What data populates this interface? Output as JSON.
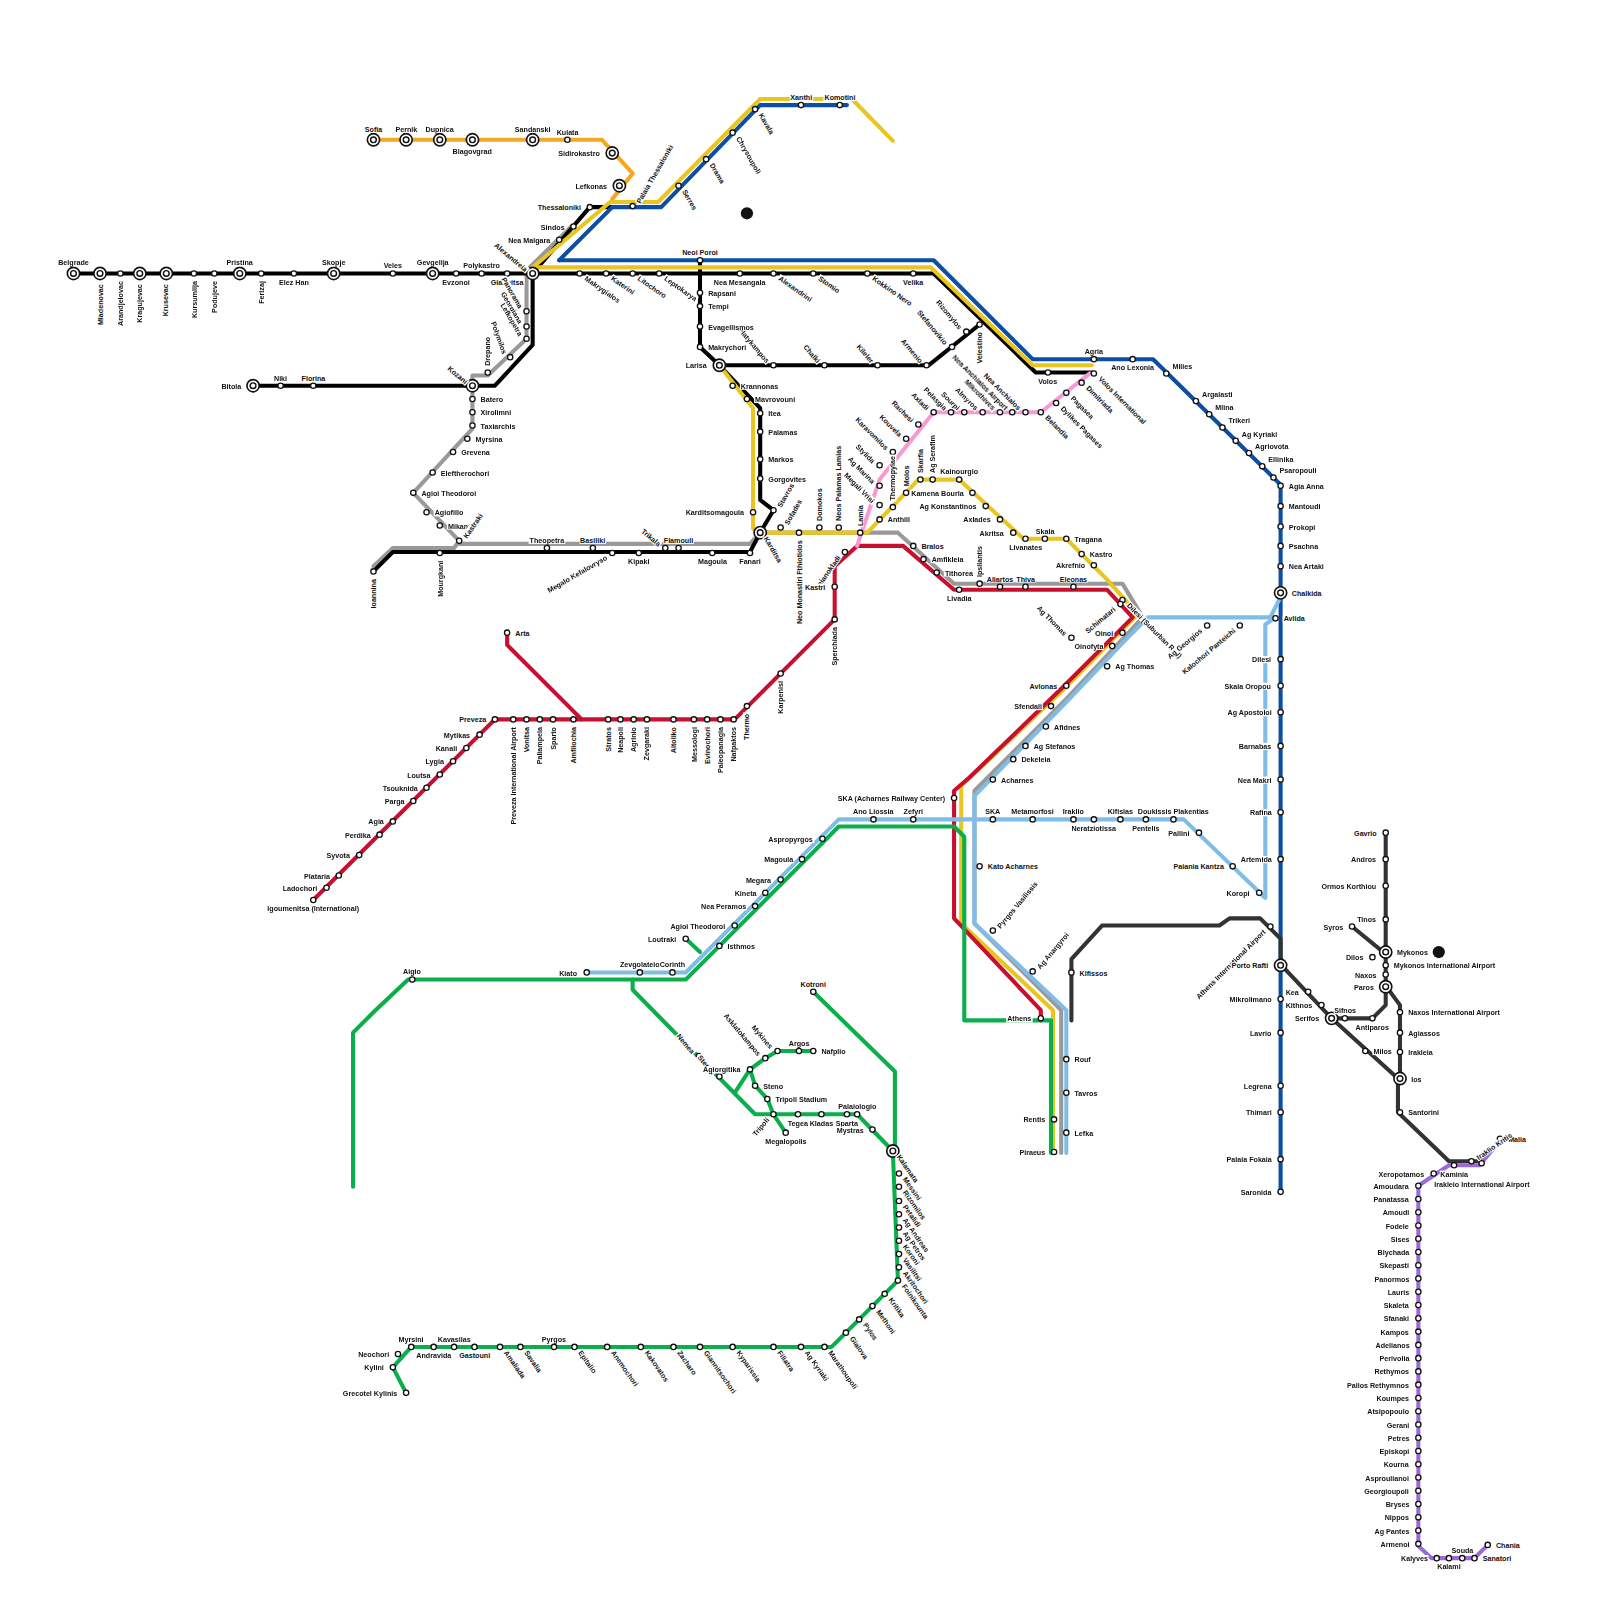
{
  "diagram": {
    "labels": [
      "Sofia",
      "Pernik",
      "Dupnica",
      "Blagovgrad",
      "Sandanski",
      "Kulata",
      "Sidirokastro",
      "Lefkonas",
      "Palaia Thessaloniki",
      "Thessaloniki",
      "Sindos",
      "Nea Malgara",
      "Alexandreia",
      "Giannitsa",
      "Polykastro",
      "Evzonoi",
      "Gevgelija",
      "Veles",
      "Skopje",
      "Elez Han",
      "Pristina",
      "Ferizaj",
      "Belgrade",
      "Mladenovac",
      "Arandjelovac",
      "Kragujevac",
      "Krusevac",
      "Kursumlija",
      "Podujeve",
      "Kavala",
      "Xanthi",
      "Komotini",
      "Chrysoupoli",
      "Drama",
      "Serres",
      "Neoi Poroi",
      "Nea Mesangala",
      "Alexandrini",
      "Stomio",
      "Kokkino Nero",
      "Velika",
      "Makrygialos",
      "Katerini",
      "Litochoro",
      "Leptokarya",
      "Panorama",
      "Georgiana",
      "Lefkopetra",
      "Polymilos",
      "Drepano",
      "Kozani",
      "Florina",
      "Niki",
      "Bitola",
      "Batero",
      "Xirolimni",
      "Taxiarchis",
      "Myrsina",
      "Grevena",
      "Eleftherochori",
      "Agioi Theodoroi",
      "Agiofillo",
      "Mikani",
      "Kastraki",
      "Ioannina",
      "Mourgkani",
      "Theopetra",
      "Basiliki",
      "Megalo Kefalovryso",
      "Kipaki",
      "Trikala",
      "Flamouli",
      "Magoula",
      "Fanari",
      "Karditsa",
      "Karditsomagoula",
      "Larisa",
      "Krannonas",
      "Mavrovouni",
      "Itea",
      "Palamas",
      "Markos",
      "Gorgovites",
      "Platykampos",
      "Chalki",
      "Kileler",
      "Armenio",
      "Stefanovikio",
      "Rizomylos",
      "Velestino",
      "Rapsani",
      "Tempi",
      "Evagellismos",
      "Makrychori",
      "Agria",
      "Ano Lexonia",
      "Volos",
      "Milies",
      "Volos International",
      "Dimitriada",
      "Pagasea",
      "Dylikes Pagases",
      "Belandia",
      "Nea Anchialos",
      "Nea Anchialos Airport",
      "Mikrothives",
      "Almyros",
      "Sourpi",
      "Pelasgia",
      "Axladi",
      "Rachesi",
      "Kouvela",
      "Karavomilos",
      "Stylida",
      "Ag Marina",
      "Megali Vrisi",
      "Thermopylae",
      "Molos",
      "Skarfia",
      "Ag Serafim",
      "Kainourgio",
      "Kamena Bourla",
      "Ag Konstantinos",
      "Axlades",
      "Akritsa",
      "Skala",
      "Tragana",
      "Livanates",
      "Kastro",
      "Akrefnio",
      "Anthili",
      "Lamia",
      "Neos Palamas Lamias",
      "Domokos",
      "Neo Monastiri Fthiotidos",
      "Sofades",
      "Stavros",
      "Leianokladi",
      "Kastri",
      "Sperchiada",
      "Karpenisi",
      "Thermo",
      "Bralos",
      "Amfikleia",
      "Tithorea",
      "Livadia",
      "Ipsilantis",
      "Aliartos",
      "Thiva",
      "Eleonas",
      "Dilesi (Suburban Rail)",
      "Schimatari",
      "Oinoi",
      "Ag Thomas",
      "Oinofyta",
      "Ag Thomas",
      "Ag Georgios",
      "Kalochori Panteichi",
      "Avlida",
      "Chalkida",
      "Avlonas",
      "Sfendali",
      "Afidnes",
      "Ag Stefanos",
      "Dekeleia",
      "Acharnes",
      "SKA (Acharnes Railway Center)",
      "Ano Liossia",
      "Zefyri",
      "SKA",
      "Metamorfosi",
      "Iraklio",
      "Neratziotissa",
      "Kifisias",
      "Doukissis Plakentias",
      "Pentelis",
      "Pallini",
      "Paiania Kantza",
      "Koropi",
      "Aspropyrgos",
      "Magoula",
      "Megara",
      "Kineta",
      "Nea Peramos",
      "Agioi Theodoroi",
      "Isthmos",
      "Loutraki",
      "Zevgolateio",
      "Corinth",
      "Kiato",
      "Aigio",
      "Kato Acharnes",
      "Pyrgos Vasilissis",
      "Ag Anargyroi",
      "Kifissos",
      "Athens",
      "Rouf",
      "Tavros",
      "Rentis",
      "Lefka",
      "Piraeus",
      "Argalasti",
      "Mlina",
      "Trikeri",
      "Ag Kyriaki",
      "Agriovota",
      "Ellinika",
      "Psaropouli",
      "Agia Anna",
      "Mantoudi",
      "Prokopi",
      "Psachna",
      "Nea Artaki",
      "Dilesi",
      "Skala Oropou",
      "Ag Apostoloi",
      "Barnabas",
      "Nea Makri",
      "Rafina",
      "Artemida",
      "Athens International Airport",
      "Porto Rafti",
      "Mikrolimano",
      "Lavrio",
      "Legrena",
      "Thimari",
      "Palaia Fokaia",
      "Saronida",
      "Gavrio",
      "Andros",
      "Ormos Korthiou",
      "Tinos",
      "Syros",
      "Dilos",
      "Mykonos",
      "Mykonos International Airport",
      "Naxos",
      "Paros",
      "Naxos International Airport",
      "Agiassos",
      "Irakleia",
      "Ios",
      "Santorini",
      "Kea",
      "Kithnos",
      "Serifos",
      "Sifnos",
      "Antiparos",
      "Milos",
      "Malia",
      "Iraklio Kritis",
      "Irakleio International Airport",
      "Kaminia",
      "Xeropotamos",
      "Amoudara",
      "Panatassa",
      "Amoudi",
      "Fodele",
      "Sises",
      "Blychada",
      "Skepasti",
      "Panormos",
      "Lauris",
      "Skaleta",
      "Sfanaki",
      "Kampos",
      "Adelianos",
      "Perivolia",
      "Rethymos",
      "Palios Rethymnos",
      "Koumpes",
      "Atsipopoulo",
      "Gerani",
      "Petres",
      "Episkopi",
      "Kourna",
      "Asproulianoi",
      "Georgioupoli",
      "Bryses",
      "Nippos",
      "Ag Pantes",
      "Armenoi",
      "Kalyves",
      "Kalami",
      "Souda",
      "Sanatori",
      "Chania",
      "Nemea",
      "Sterna",
      "Asklatokampos",
      "Mykines",
      "Argos",
      "Nafplio",
      "Agiorgitika",
      "Steno",
      "Tripoli Stadium",
      "Tripoli",
      "Tegea",
      "Megalopolis",
      "Kladas",
      "Sparta",
      "Palaiologio",
      "Mystras",
      "Kotroni",
      "Kalamata",
      "Messini",
      "Rizomilos",
      "Petalidi",
      "Ag Andreas",
      "Ag Petros",
      "Koroni",
      "Vasilitsi",
      "Akritochori",
      "Foinikounta",
      "Kritika",
      "Methoni",
      "Pylos",
      "Gialova",
      "Marathoupoli",
      "Ag Kyriaki",
      "Filiatra",
      "Kyparissia",
      "Giannitsochori",
      "Zacharo",
      "Kakovatos",
      "Anemochori",
      "Epitalio",
      "Pyrgos",
      "Savalia",
      "Amaliada",
      "Gastouni",
      "Kavasilas",
      "Andravida",
      "Myrsini",
      "Neochori",
      "Kylini",
      "Grecotel Kylinis",
      "Arta",
      "Preveza",
      "Preveza International Airport",
      "Vonitsa",
      "Paliampela",
      "Sparto",
      "Amfilochia",
      "Stratos",
      "Neapoli",
      "Agrinio",
      "Zevgaraki",
      "Aitoliko",
      "Messologi",
      "Evinochori",
      "Paleopanagia",
      "Nafpaktos",
      "Mytikas",
      "Kanali",
      "Lygia",
      "Loutsa",
      "Tsouknida",
      "Parga",
      "Agia",
      "Perdika",
      "Syvota",
      "Plataria",
      "Ladochori",
      "Igoumenitsa (International)"
    ]
  }
}
